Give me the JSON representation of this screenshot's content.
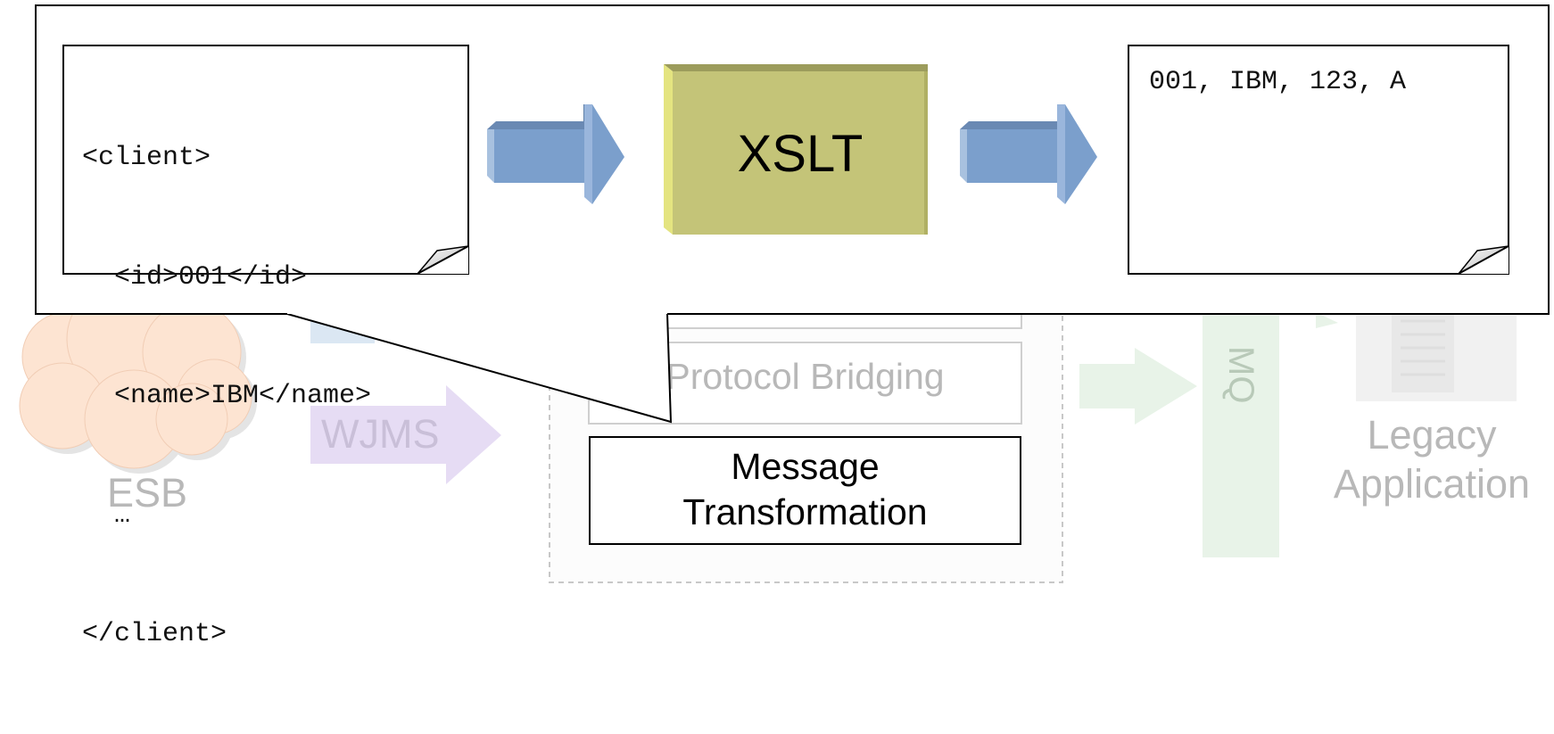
{
  "background": {
    "esb_label": "ESB",
    "wjms_label": "WJMS",
    "protocol_bridging_label": "Protocol Bridging",
    "mq_label": "MQ",
    "legacy_line1": "Legacy",
    "legacy_line2": "Application"
  },
  "message_transformation": {
    "line1": "Message",
    "line2": "Transformation"
  },
  "callout": {
    "xml_lines": [
      "<client>",
      "  <id>001</id>",
      "  <name>IBM</name>",
      "  …",
      "</client>"
    ],
    "xslt_label": "XSLT",
    "output_text": "001, IBM, 123, A"
  },
  "colors": {
    "xslt_box": "#c4c478",
    "arrow": "#7b9fcc",
    "cloud": "#fde4d2",
    "wjms_arrow": "#e6dcf4",
    "mq_bar": "#e8f3e8"
  }
}
